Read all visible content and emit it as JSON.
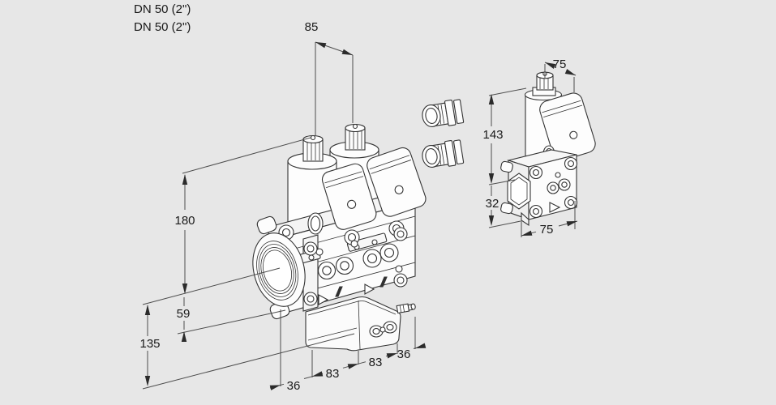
{
  "page": {
    "background_color": "#e7e7e7"
  },
  "annotations": {
    "port_labels": {
      "line1": "DN 50 (2\")",
      "line2": "DN 50 (2\")"
    },
    "main_valve_dims": {
      "solenoid_spacing": "85",
      "height_above_pipe_axis": "180",
      "pipe_axis_to_body_bottom": "59",
      "pipe_axis_to_base_bottom": "135",
      "base_chain": [
        "36",
        "83",
        "83",
        "36"
      ]
    },
    "side_valve_dims": {
      "top_width": "75",
      "height_above_pipe_axis": "143",
      "pipe_axis_to_body_bottom": "32",
      "bottom_width": "75"
    },
    "colors": {
      "line": "#333333",
      "dimension": "#4d4d4d",
      "text": "#1a1a1a",
      "background": "#e7e7e7"
    }
  }
}
